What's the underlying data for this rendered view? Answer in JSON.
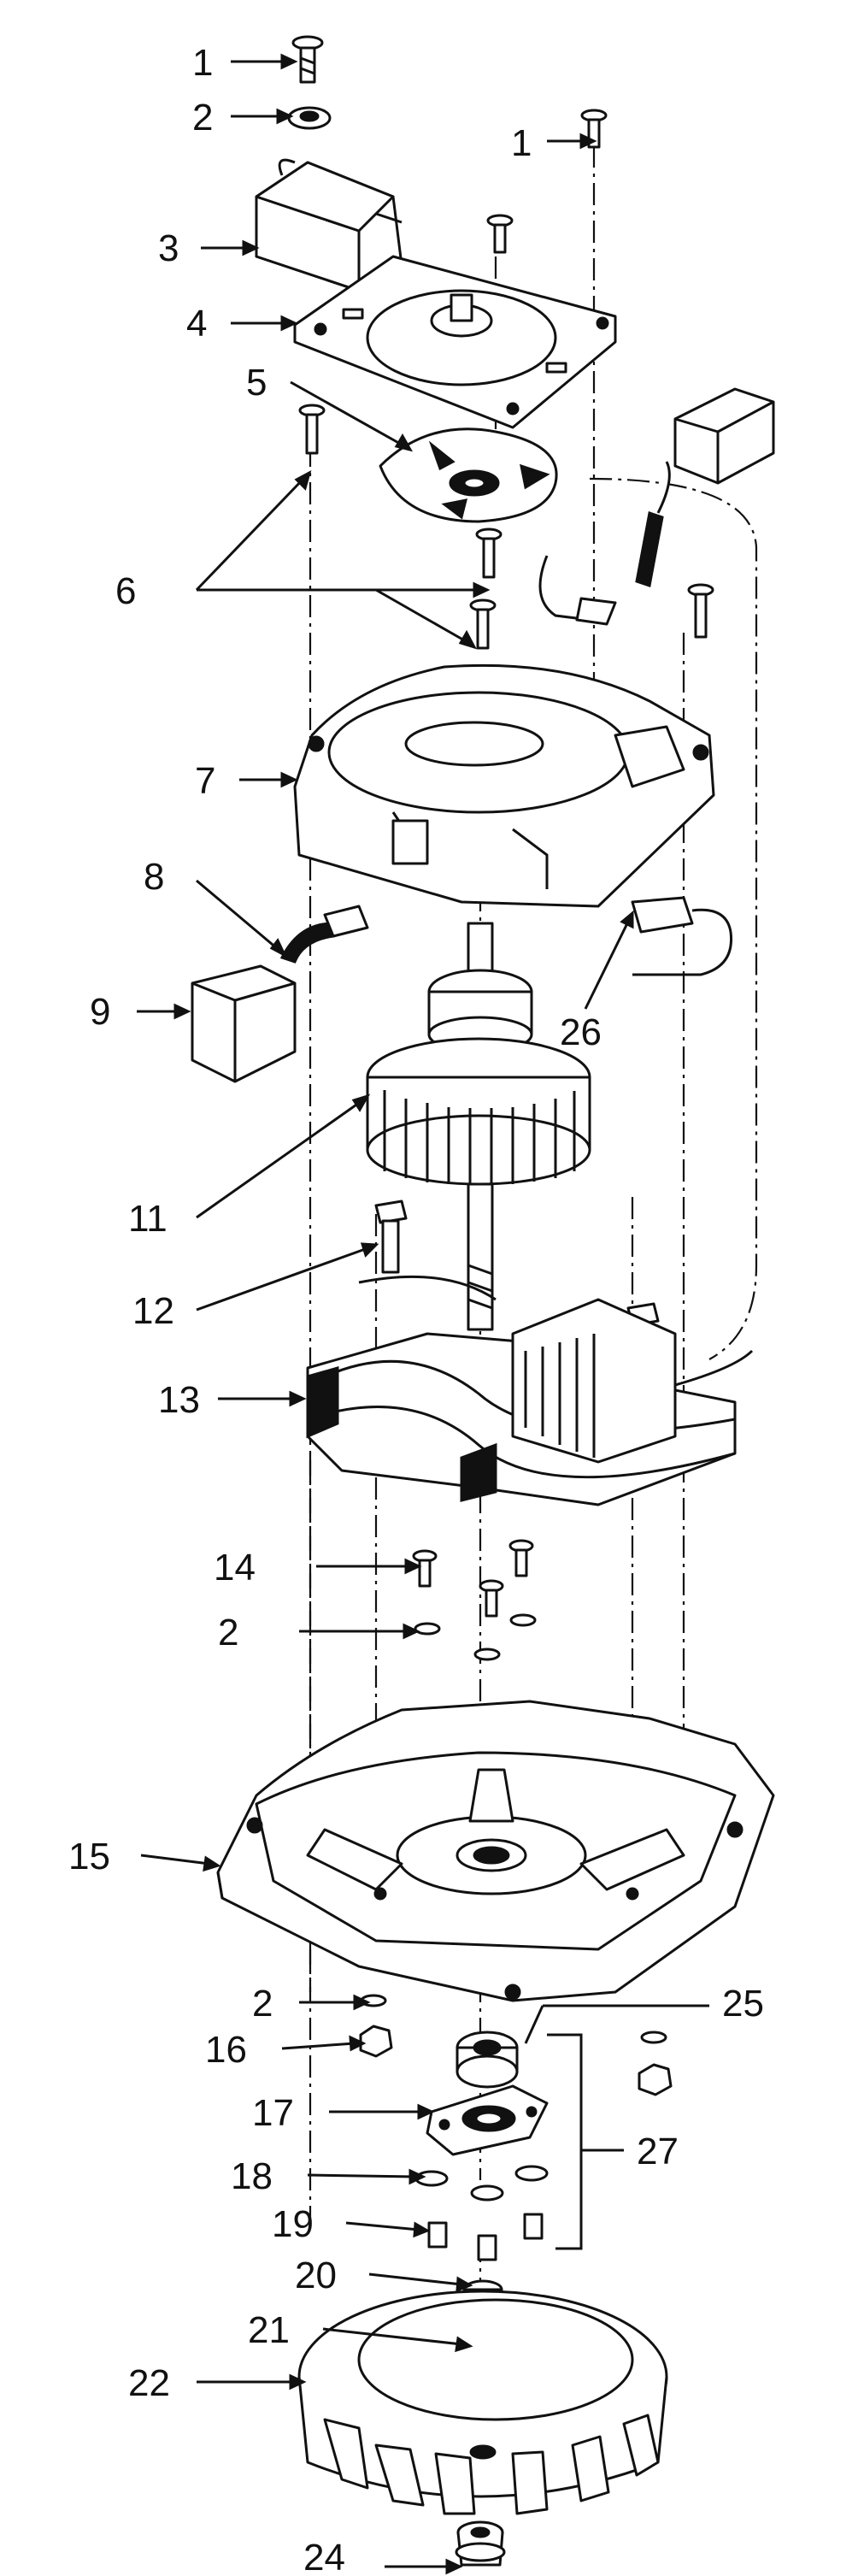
{
  "callouts": [
    {
      "id": "c1a",
      "text": "1"
    },
    {
      "id": "c2a",
      "text": "2"
    },
    {
      "id": "c1b",
      "text": "1"
    },
    {
      "id": "c3",
      "text": "3"
    },
    {
      "id": "c4",
      "text": "4"
    },
    {
      "id": "c5",
      "text": "5"
    },
    {
      "id": "c6",
      "text": "6"
    },
    {
      "id": "c7",
      "text": "7"
    },
    {
      "id": "c8",
      "text": "8"
    },
    {
      "id": "c9",
      "text": "9"
    },
    {
      "id": "c26",
      "text": "26"
    },
    {
      "id": "c11",
      "text": "11"
    },
    {
      "id": "c12",
      "text": "12"
    },
    {
      "id": "c13",
      "text": "13"
    },
    {
      "id": "c14",
      "text": "14"
    },
    {
      "id": "c2b",
      "text": "2"
    },
    {
      "id": "c15",
      "text": "15"
    },
    {
      "id": "c2c",
      "text": "2"
    },
    {
      "id": "c25",
      "text": "25"
    },
    {
      "id": "c16",
      "text": "16"
    },
    {
      "id": "c17",
      "text": "17"
    },
    {
      "id": "c27",
      "text": "27"
    },
    {
      "id": "c18",
      "text": "18"
    },
    {
      "id": "c19",
      "text": "19"
    },
    {
      "id": "c20",
      "text": "20"
    },
    {
      "id": "c21",
      "text": "21"
    },
    {
      "id": "c22",
      "text": "22"
    },
    {
      "id": "c24",
      "text": "24"
    }
  ]
}
